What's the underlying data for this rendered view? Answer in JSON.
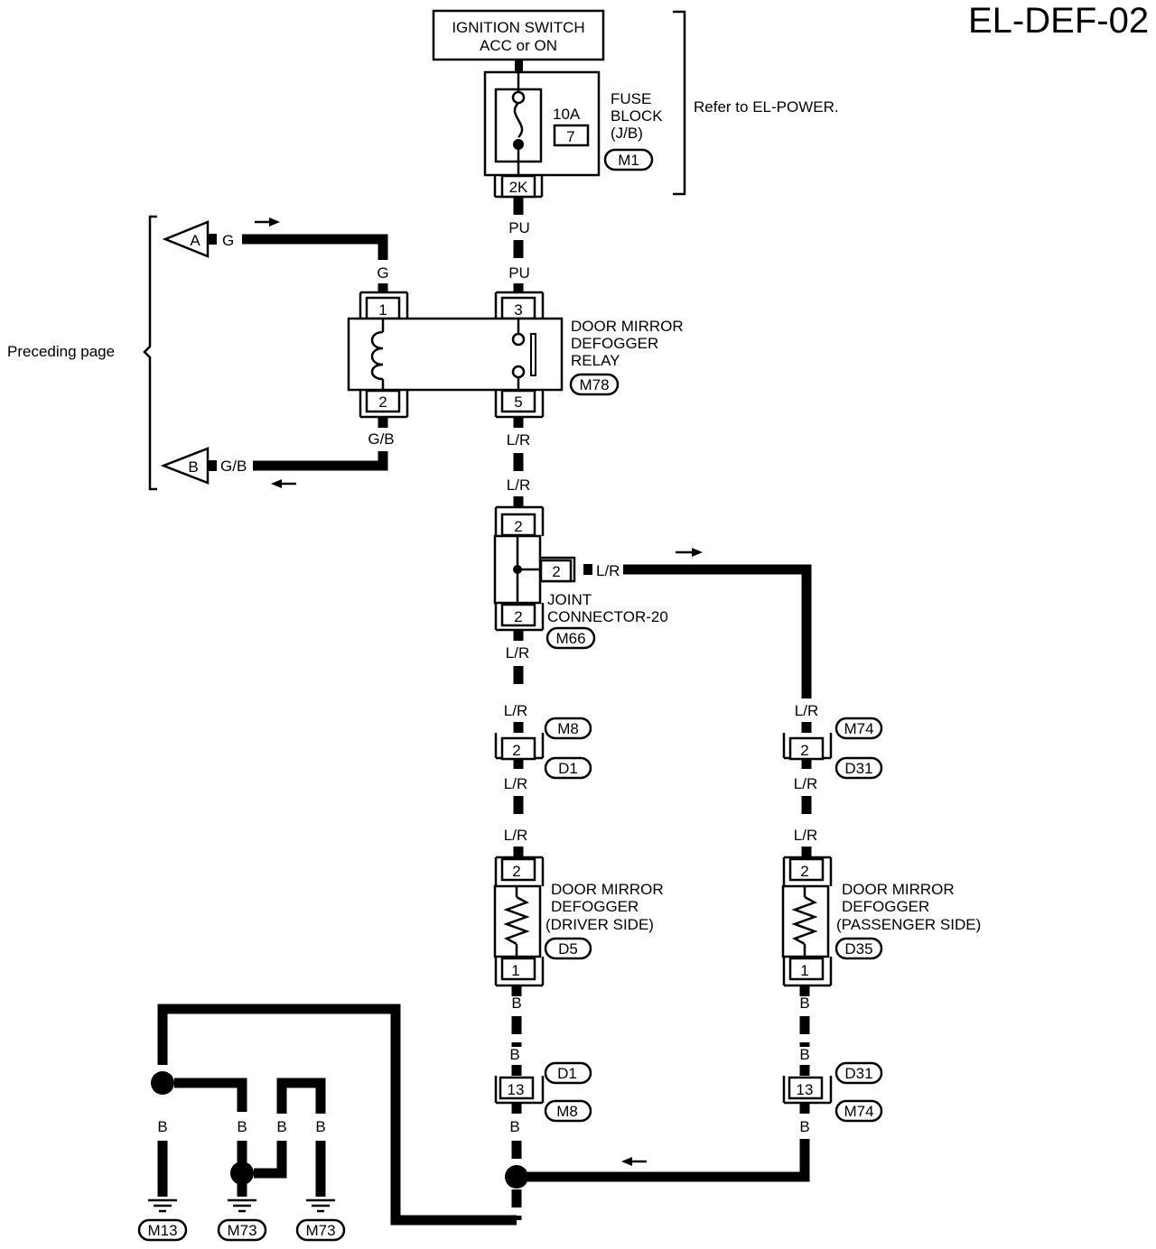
{
  "page_id": "EL-DEF-02",
  "ignition": {
    "line1": "IGNITION SWITCH",
    "line2": "ACC or ON"
  },
  "fuse": {
    "rating": "10A",
    "number": "7",
    "label1": "FUSE",
    "label2": "BLOCK",
    "label3": "(J/B)",
    "connector": "M1",
    "terminal": "2K"
  },
  "refer_note": "Refer to EL-POWER.",
  "preceding_page": "Preceding page",
  "wire_colors": {
    "pu": "PU",
    "g": "G",
    "gb": "G/B",
    "lr": "L/R",
    "b": "B"
  },
  "offpage": {
    "a": "A",
    "b": "B"
  },
  "relay": {
    "line1": "DOOR MIRROR",
    "line2": "DEFOGGER",
    "line3": "RELAY",
    "connector": "M78",
    "pin1": "1",
    "pin2": "2",
    "pin3": "3",
    "pin5": "5"
  },
  "joint": {
    "line1": "JOINT",
    "line2": "CONNECTOR-20",
    "connector": "M66",
    "pin": "2"
  },
  "connectors": {
    "m8": "M8",
    "d1": "D1",
    "m74": "M74",
    "d31": "D31",
    "pin2": "2",
    "pin13": "13",
    "pin1": "1"
  },
  "defogger_driver": {
    "line1": "DOOR MIRROR",
    "line2": "DEFOGGER",
    "line3": "(DRIVER SIDE)",
    "connector": "D5"
  },
  "defogger_passenger": {
    "line1": "DOOR MIRROR",
    "line2": "DEFOGGER",
    "line3": "(PASSENGER SIDE)",
    "connector": "D35"
  },
  "grounds": {
    "g1": "M13",
    "g2": "M73",
    "g3": "M73"
  }
}
